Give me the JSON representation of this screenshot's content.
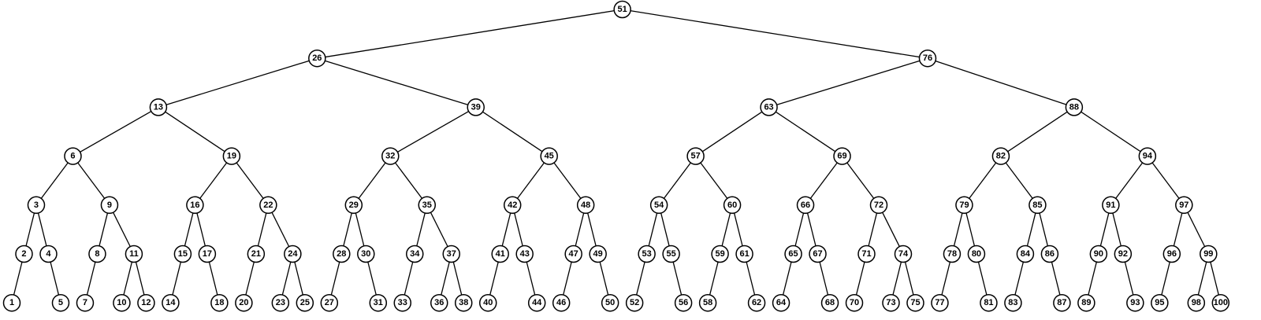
{
  "tree": {
    "colors": {
      "stroke": "#000000",
      "fill": "#ffffff",
      "text": "#000000",
      "background": "#ffffff"
    },
    "nodes": [
      {
        "value": 51,
        "depth": 0,
        "children": [
          26,
          76
        ]
      },
      {
        "value": 26,
        "depth": 1,
        "children": [
          13,
          39
        ]
      },
      {
        "value": 76,
        "depth": 1,
        "children": [
          63,
          88
        ]
      },
      {
        "value": 13,
        "depth": 2,
        "children": [
          6,
          19
        ]
      },
      {
        "value": 39,
        "depth": 2,
        "children": [
          32,
          45
        ]
      },
      {
        "value": 63,
        "depth": 2,
        "children": [
          57,
          69
        ]
      },
      {
        "value": 88,
        "depth": 2,
        "children": [
          82,
          94
        ]
      },
      {
        "value": 6,
        "depth": 3,
        "children": [
          3,
          9
        ]
      },
      {
        "value": 19,
        "depth": 3,
        "children": [
          16,
          22
        ]
      },
      {
        "value": 32,
        "depth": 3,
        "children": [
          29,
          35
        ]
      },
      {
        "value": 45,
        "depth": 3,
        "children": [
          42,
          48
        ]
      },
      {
        "value": 57,
        "depth": 3,
        "children": [
          54,
          60
        ]
      },
      {
        "value": 69,
        "depth": 3,
        "children": [
          66,
          72
        ]
      },
      {
        "value": 82,
        "depth": 3,
        "children": [
          79,
          85
        ]
      },
      {
        "value": 94,
        "depth": 3,
        "children": [
          91,
          97
        ]
      },
      {
        "value": 3,
        "depth": 4,
        "children": [
          2,
          4
        ]
      },
      {
        "value": 9,
        "depth": 4,
        "children": [
          8,
          11
        ]
      },
      {
        "value": 16,
        "depth": 4,
        "children": [
          15,
          17
        ]
      },
      {
        "value": 22,
        "depth": 4,
        "children": [
          21,
          24
        ]
      },
      {
        "value": 29,
        "depth": 4,
        "children": [
          28,
          30
        ]
      },
      {
        "value": 35,
        "depth": 4,
        "children": [
          34,
          37
        ]
      },
      {
        "value": 42,
        "depth": 4,
        "children": [
          41,
          43
        ]
      },
      {
        "value": 48,
        "depth": 4,
        "children": [
          47,
          49
        ]
      },
      {
        "value": 54,
        "depth": 4,
        "children": [
          53,
          55
        ]
      },
      {
        "value": 60,
        "depth": 4,
        "children": [
          59,
          61
        ]
      },
      {
        "value": 66,
        "depth": 4,
        "children": [
          65,
          67
        ]
      },
      {
        "value": 72,
        "depth": 4,
        "children": [
          71,
          74
        ]
      },
      {
        "value": 79,
        "depth": 4,
        "children": [
          78,
          80
        ]
      },
      {
        "value": 85,
        "depth": 4,
        "children": [
          84,
          86
        ]
      },
      {
        "value": 91,
        "depth": 4,
        "children": [
          90,
          92
        ]
      },
      {
        "value": 97,
        "depth": 4,
        "children": [
          96,
          99
        ]
      },
      {
        "value": 2,
        "depth": 5,
        "children": [
          1
        ]
      },
      {
        "value": 4,
        "depth": 5,
        "children": [
          5
        ]
      },
      {
        "value": 8,
        "depth": 5,
        "children": [
          7
        ]
      },
      {
        "value": 11,
        "depth": 5,
        "children": [
          10,
          12
        ]
      },
      {
        "value": 15,
        "depth": 5,
        "children": [
          14
        ]
      },
      {
        "value": 17,
        "depth": 5,
        "children": [
          18
        ]
      },
      {
        "value": 21,
        "depth": 5,
        "children": [
          20
        ]
      },
      {
        "value": 24,
        "depth": 5,
        "children": [
          23,
          25
        ]
      },
      {
        "value": 28,
        "depth": 5,
        "children": [
          27
        ]
      },
      {
        "value": 30,
        "depth": 5,
        "children": [
          31
        ]
      },
      {
        "value": 34,
        "depth": 5,
        "children": [
          33
        ]
      },
      {
        "value": 37,
        "depth": 5,
        "children": [
          36,
          38
        ]
      },
      {
        "value": 41,
        "depth": 5,
        "children": [
          40
        ]
      },
      {
        "value": 43,
        "depth": 5,
        "children": [
          44
        ]
      },
      {
        "value": 47,
        "depth": 5,
        "children": [
          46
        ]
      },
      {
        "value": 49,
        "depth": 5,
        "children": [
          50
        ]
      },
      {
        "value": 53,
        "depth": 5,
        "children": [
          52
        ]
      },
      {
        "value": 55,
        "depth": 5,
        "children": [
          56
        ]
      },
      {
        "value": 59,
        "depth": 5,
        "children": [
          58
        ]
      },
      {
        "value": 61,
        "depth": 5,
        "children": [
          62
        ]
      },
      {
        "value": 65,
        "depth": 5,
        "children": [
          64
        ]
      },
      {
        "value": 67,
        "depth": 5,
        "children": [
          68
        ]
      },
      {
        "value": 71,
        "depth": 5,
        "children": [
          70
        ]
      },
      {
        "value": 74,
        "depth": 5,
        "children": [
          73,
          75
        ]
      },
      {
        "value": 78,
        "depth": 5,
        "children": [
          77
        ]
      },
      {
        "value": 80,
        "depth": 5,
        "children": [
          81
        ]
      },
      {
        "value": 84,
        "depth": 5,
        "children": [
          83
        ]
      },
      {
        "value": 86,
        "depth": 5,
        "children": [
          87
        ]
      },
      {
        "value": 90,
        "depth": 5,
        "children": [
          89
        ]
      },
      {
        "value": 92,
        "depth": 5,
        "children": [
          93
        ]
      },
      {
        "value": 96,
        "depth": 5,
        "children": [
          95
        ]
      },
      {
        "value": 99,
        "depth": 5,
        "children": [
          98,
          100
        ]
      },
      {
        "value": 1,
        "depth": 6,
        "children": []
      },
      {
        "value": 5,
        "depth": 6,
        "children": []
      },
      {
        "value": 7,
        "depth": 6,
        "children": []
      },
      {
        "value": 10,
        "depth": 6,
        "children": []
      },
      {
        "value": 12,
        "depth": 6,
        "children": []
      },
      {
        "value": 14,
        "depth": 6,
        "children": []
      },
      {
        "value": 18,
        "depth": 6,
        "children": []
      },
      {
        "value": 20,
        "depth": 6,
        "children": []
      },
      {
        "value": 23,
        "depth": 6,
        "children": []
      },
      {
        "value": 25,
        "depth": 6,
        "children": []
      },
      {
        "value": 27,
        "depth": 6,
        "children": []
      },
      {
        "value": 31,
        "depth": 6,
        "children": []
      },
      {
        "value": 33,
        "depth": 6,
        "children": []
      },
      {
        "value": 36,
        "depth": 6,
        "children": []
      },
      {
        "value": 38,
        "depth": 6,
        "children": []
      },
      {
        "value": 40,
        "depth": 6,
        "children": []
      },
      {
        "value": 44,
        "depth": 6,
        "children": []
      },
      {
        "value": 46,
        "depth": 6,
        "children": []
      },
      {
        "value": 50,
        "depth": 6,
        "children": []
      },
      {
        "value": 52,
        "depth": 6,
        "children": []
      },
      {
        "value": 56,
        "depth": 6,
        "children": []
      },
      {
        "value": 58,
        "depth": 6,
        "children": []
      },
      {
        "value": 62,
        "depth": 6,
        "children": []
      },
      {
        "value": 64,
        "depth": 6,
        "children": []
      },
      {
        "value": 68,
        "depth": 6,
        "children": []
      },
      {
        "value": 70,
        "depth": 6,
        "children": []
      },
      {
        "value": 73,
        "depth": 6,
        "children": []
      },
      {
        "value": 75,
        "depth": 6,
        "children": []
      },
      {
        "value": 77,
        "depth": 6,
        "children": []
      },
      {
        "value": 81,
        "depth": 6,
        "children": []
      },
      {
        "value": 83,
        "depth": 6,
        "children": []
      },
      {
        "value": 87,
        "depth": 6,
        "children": []
      },
      {
        "value": 89,
        "depth": 6,
        "children": []
      },
      {
        "value": 93,
        "depth": 6,
        "children": []
      },
      {
        "value": 95,
        "depth": 6,
        "children": []
      },
      {
        "value": 98,
        "depth": 6,
        "children": []
      },
      {
        "value": 100,
        "depth": 6,
        "children": []
      }
    ]
  }
}
